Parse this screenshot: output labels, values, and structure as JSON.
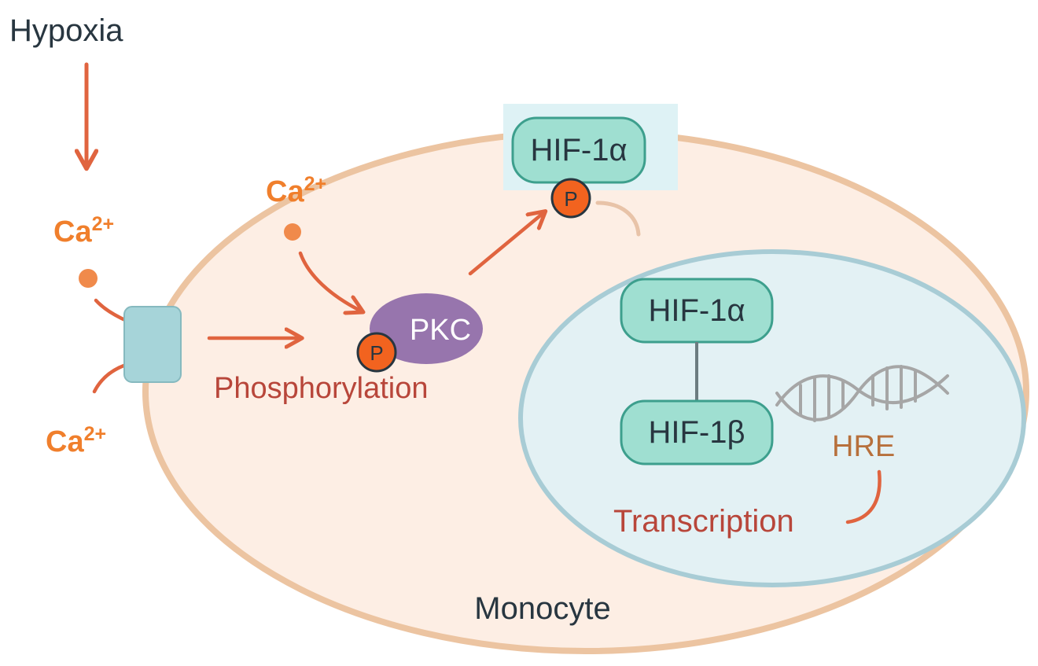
{
  "labels": {
    "hypoxia": "Hypoxia",
    "ca_ion": "Ca",
    "ca_charge": "2+",
    "pkc": "PKC",
    "phospho": "P",
    "phosphorylation": "Phosphorylation",
    "hif1a": "HIF-1α",
    "hif1b": "HIF-1β",
    "hre": "HRE",
    "transcription": "Transcription",
    "cell": "Monocyte"
  },
  "colors": {
    "arrow": "#e0643f",
    "calcium_text": "#f07f2c",
    "calcium_dot": "#f08a4b",
    "cell_fill": "#fdeee4",
    "cell_border": "#ecc4a1",
    "nucleus_fill": "#e3f1f4",
    "nucleus_border": "#a8ccd5",
    "hif_fill": "#9fdfd1",
    "hif_border": "#3d9f8d",
    "pkc_fill": "#9775ad",
    "phospho_fill": "#f2631f",
    "channel_fill": "#a6d4d9",
    "dna": "#a6a6a6",
    "process_text": "#b8463a",
    "dark_text": "#283640"
  }
}
